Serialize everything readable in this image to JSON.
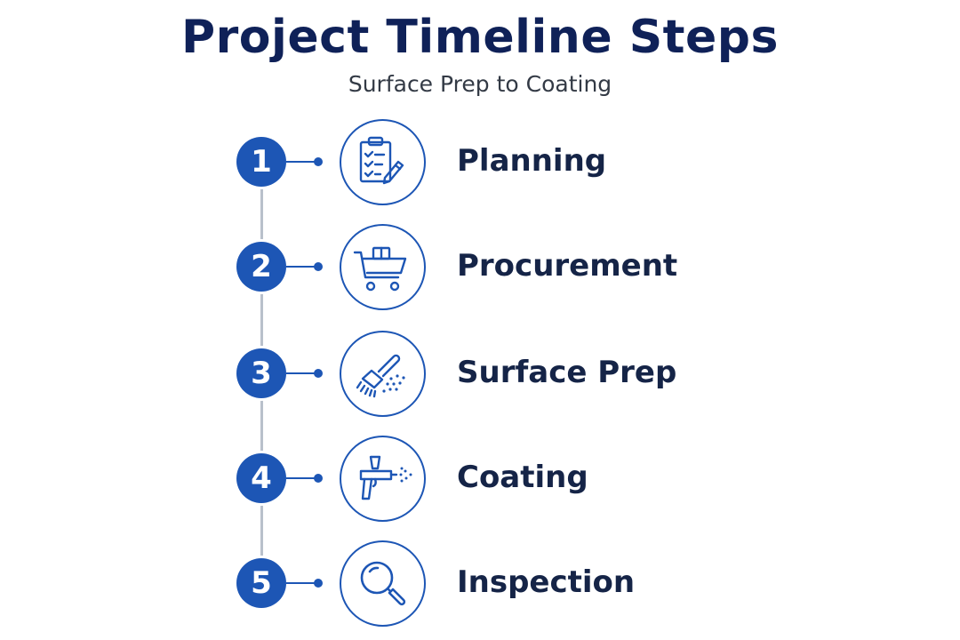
{
  "title": "Project Timeline Steps",
  "subtitle": "Surface Prep to Coating",
  "colors": {
    "primary": "#1d56b5",
    "title": "#0f2158",
    "label": "#152447",
    "connector": "#b9c0cb"
  },
  "steps": [
    {
      "number": "1",
      "label": "Planning",
      "icon": "clipboard-checklist-icon"
    },
    {
      "number": "2",
      "label": "Procurement",
      "icon": "shopping-cart-icon"
    },
    {
      "number": "3",
      "label": "Surface Prep",
      "icon": "scrub-brush-icon"
    },
    {
      "number": "4",
      "label": "Coating",
      "icon": "spray-gun-icon"
    },
    {
      "number": "5",
      "label": "Inspection",
      "icon": "magnifying-glass-icon"
    }
  ]
}
